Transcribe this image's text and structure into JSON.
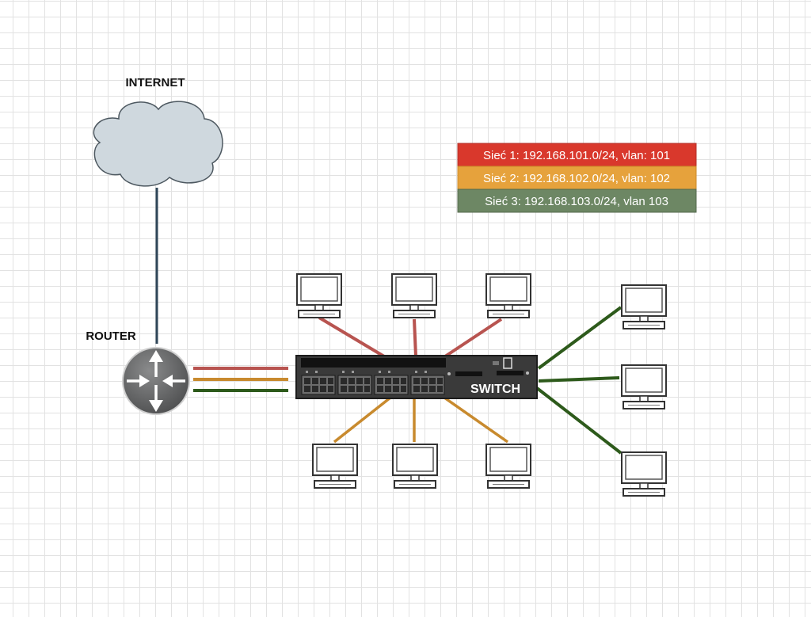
{
  "labels": {
    "internet": "INTERNET",
    "router": "ROUTER",
    "switch": "SWITCH"
  },
  "legend": [
    {
      "text": "Sieć 1: 192.168.101.0/24, vlan: 101",
      "color": "#d9382c"
    },
    {
      "text": "Sieć 2: 192.168.102.0/24, vlan: 102",
      "color": "#e6a23c"
    },
    {
      "text": "Sieć 3: 192.168.103.0/24, vlan 103",
      "color": "#6d8764"
    }
  ],
  "colors": {
    "vlan1_link": "#b85450",
    "vlan2_link": "#c88a2e",
    "vlan3_link": "#2d5a1b",
    "uplink": "#2f4658",
    "cloud_fill": "#cfd8de",
    "router_fill": "#5f6061",
    "switch_body": "#3a3a3a"
  },
  "icons": [
    "cloud-icon",
    "router-icon",
    "switch-icon",
    "computer-icon"
  ]
}
